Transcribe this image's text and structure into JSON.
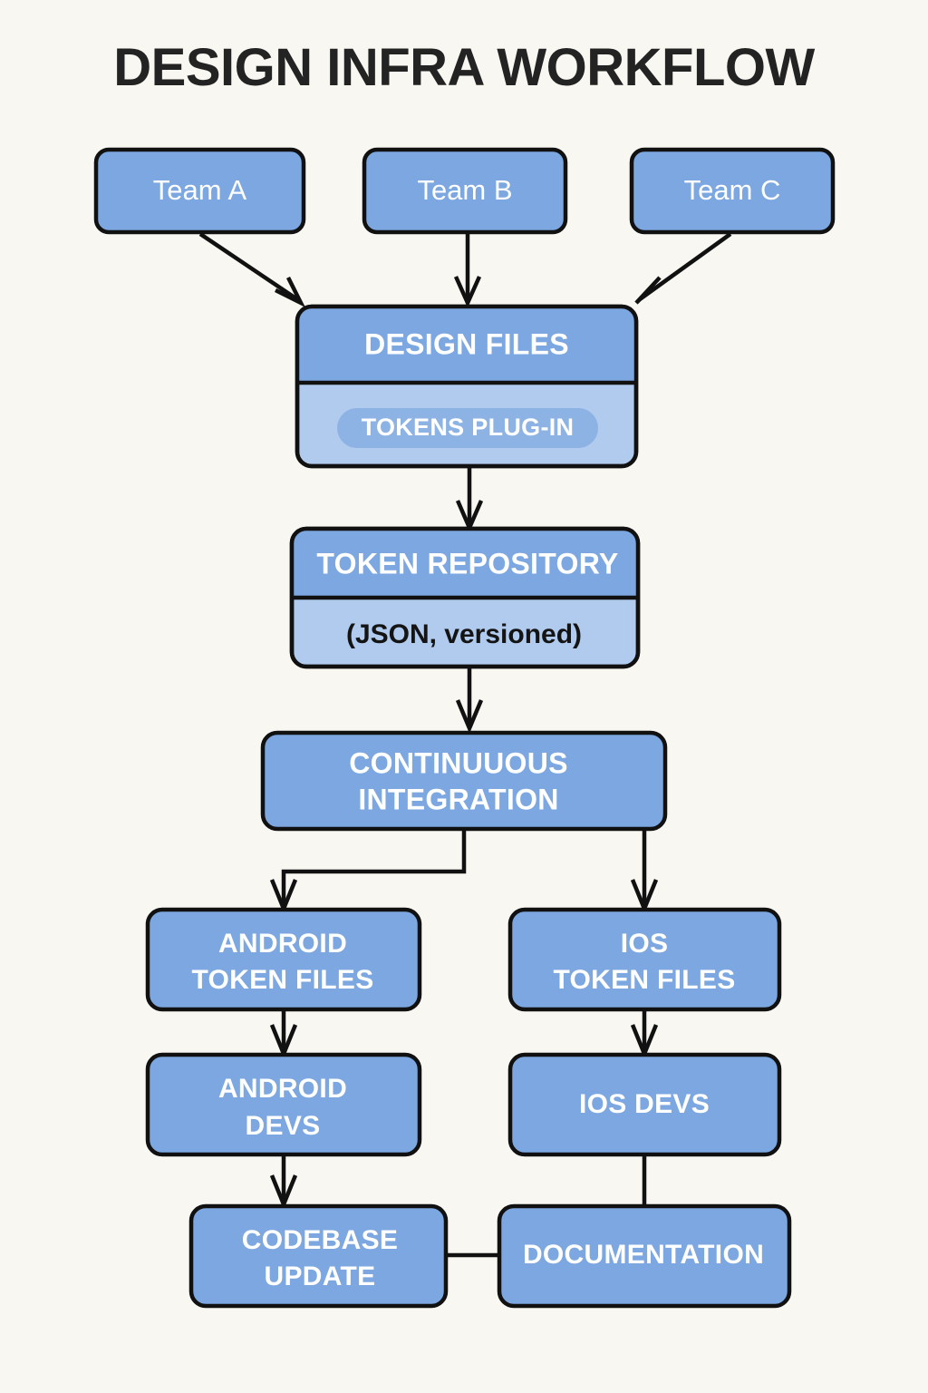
{
  "page": {
    "title": "DESIGN INFRA WORKFLOW",
    "background_color": "#f8f7f2",
    "text_color": "#232323"
  },
  "palette": {
    "node_blue": "#7ca7e0",
    "node_blue_light": "#b0cbee",
    "badge_blue": "#8db2e4",
    "outline": "#111111",
    "label_light": "#ffffff",
    "label_dark": "#141414"
  },
  "nodes": {
    "team_a": {
      "label": "Team A"
    },
    "team_b": {
      "label": "Team B"
    },
    "team_c": {
      "label": "Team C"
    },
    "design_files": {
      "header": "DESIGN FILES",
      "badge": "TOKENS PLUG-IN"
    },
    "token_repository": {
      "header": "TOKEN REPOSITORY",
      "subtitle": "(JSON, versioned)"
    },
    "continuous_integration": {
      "line1": "CONTINUUOUS",
      "line2": "INTEGRATION"
    },
    "android_token_files": {
      "line1": "ANDROID",
      "line2": "TOKEN FILES"
    },
    "ios_token_files": {
      "line1": "IOS",
      "line2": "TOKEN FILES"
    },
    "android_devs": {
      "line1": "ANDROID",
      "line2": "DEVS"
    },
    "ios_devs": {
      "label": "IOS DEVS"
    },
    "codebase_update": {
      "line1": "CODEBASE",
      "line2": "UPDATE"
    },
    "documentation": {
      "label": "DOCUMENTATION"
    }
  },
  "edges": [
    {
      "from": "team_a",
      "to": "design_files",
      "style": "diagonal",
      "arrow": true
    },
    {
      "from": "team_b",
      "to": "design_files",
      "style": "straight",
      "arrow": true
    },
    {
      "from": "team_c",
      "to": "design_files",
      "style": "diagonal",
      "arrow": true
    },
    {
      "from": "design_files",
      "to": "token_repository",
      "style": "straight",
      "arrow": true
    },
    {
      "from": "token_repository",
      "to": "continuous_integration",
      "style": "straight",
      "arrow": true
    },
    {
      "from": "continuous_integration",
      "to": "android_token_files",
      "style": "elbow",
      "arrow": true
    },
    {
      "from": "continuous_integration",
      "to": "ios_token_files",
      "style": "straight",
      "arrow": true
    },
    {
      "from": "android_token_files",
      "to": "android_devs",
      "style": "straight",
      "arrow": true
    },
    {
      "from": "ios_token_files",
      "to": "ios_devs",
      "style": "straight",
      "arrow": true
    },
    {
      "from": "android_devs",
      "to": "codebase_update",
      "style": "straight",
      "arrow": true
    },
    {
      "from": "ios_devs",
      "to": "documentation",
      "style": "straight",
      "arrow": false
    },
    {
      "from": "codebase_update",
      "to": "documentation",
      "style": "horizontal",
      "arrow": false
    }
  ]
}
